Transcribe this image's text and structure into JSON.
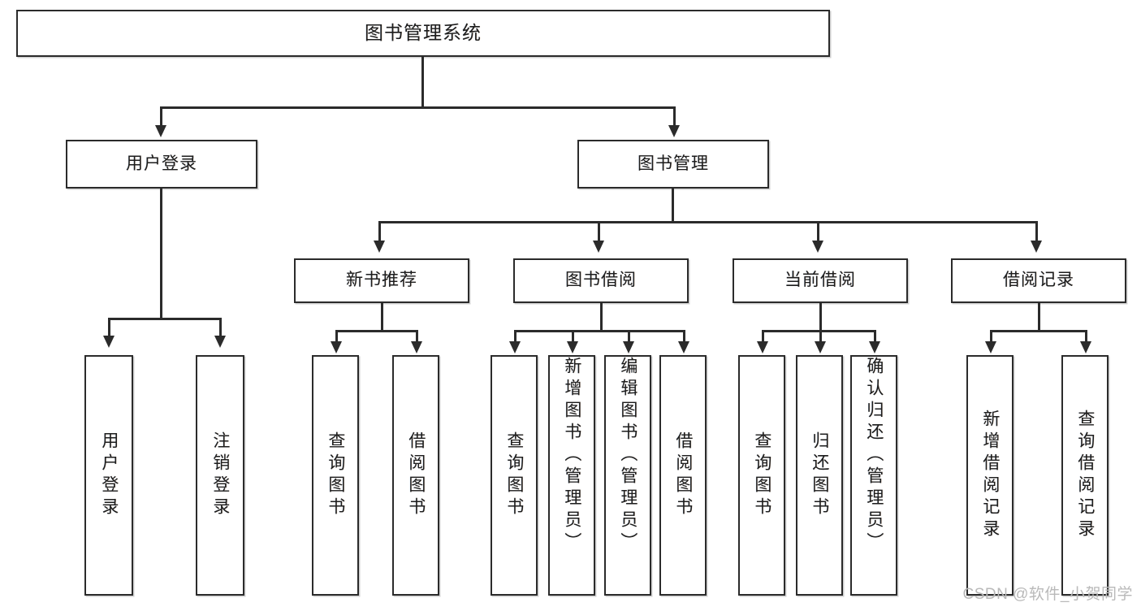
{
  "diagram": {
    "title": "图书管理系统",
    "type": "tree-hierarchy-chart",
    "root": {
      "label": "图书管理系统"
    },
    "level2": [
      {
        "label": "用户登录"
      },
      {
        "label": "图书管理"
      }
    ],
    "level3": [
      {
        "label": "新书推荐"
      },
      {
        "label": "图书借阅"
      },
      {
        "label": "当前借阅"
      },
      {
        "label": "借阅记录"
      }
    ],
    "leaves": [
      {
        "label": "用户登录",
        "parent": "用户登录"
      },
      {
        "label": "注销登录",
        "parent": "用户登录"
      },
      {
        "label": "查询图书",
        "parent": "新书推荐"
      },
      {
        "label": "借阅图书",
        "parent": "新书推荐"
      },
      {
        "label": "查询图书",
        "parent": "图书借阅"
      },
      {
        "label": "新增图书（管理员）",
        "parent": "图书借阅"
      },
      {
        "label": "编辑图书（管理员）",
        "parent": "图书借阅"
      },
      {
        "label": "借阅图书",
        "parent": "图书借阅"
      },
      {
        "label": "查询图书",
        "parent": "当前借阅"
      },
      {
        "label": "归还图书",
        "parent": "当前借阅"
      },
      {
        "label": "确认归还（管理员）",
        "parent": "当前借阅"
      },
      {
        "label": "新增借阅记录",
        "parent": "借阅记录"
      },
      {
        "label": "查询借阅记录",
        "parent": "借阅记录"
      }
    ],
    "watermark": "CSDN @软件_小贺同学",
    "colors": {
      "stroke": "#2b2b2b",
      "fill": "#ffffff",
      "text": "#1d1d1d",
      "watermark": "#b9b9b9"
    }
  }
}
